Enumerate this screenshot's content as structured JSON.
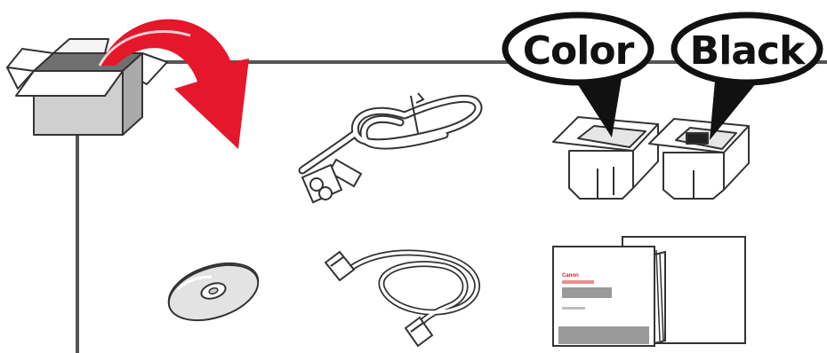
{
  "bubbles": {
    "color_label": "Color",
    "black_label": "Black"
  },
  "manual": {
    "brand": "Canon"
  },
  "colors": {
    "arrow": "#e4172b",
    "line": "#555555",
    "box": "#c8c8c8",
    "gray_block": "#9a9a9a",
    "accent_stripe": "#e88f8f"
  },
  "icons": [
    "box-icon",
    "curved-arrow-icon",
    "power-cord-icon",
    "telephone-cable-icon",
    "ink-cartridge-icon",
    "cd-rom-icon",
    "manual-icon"
  ]
}
